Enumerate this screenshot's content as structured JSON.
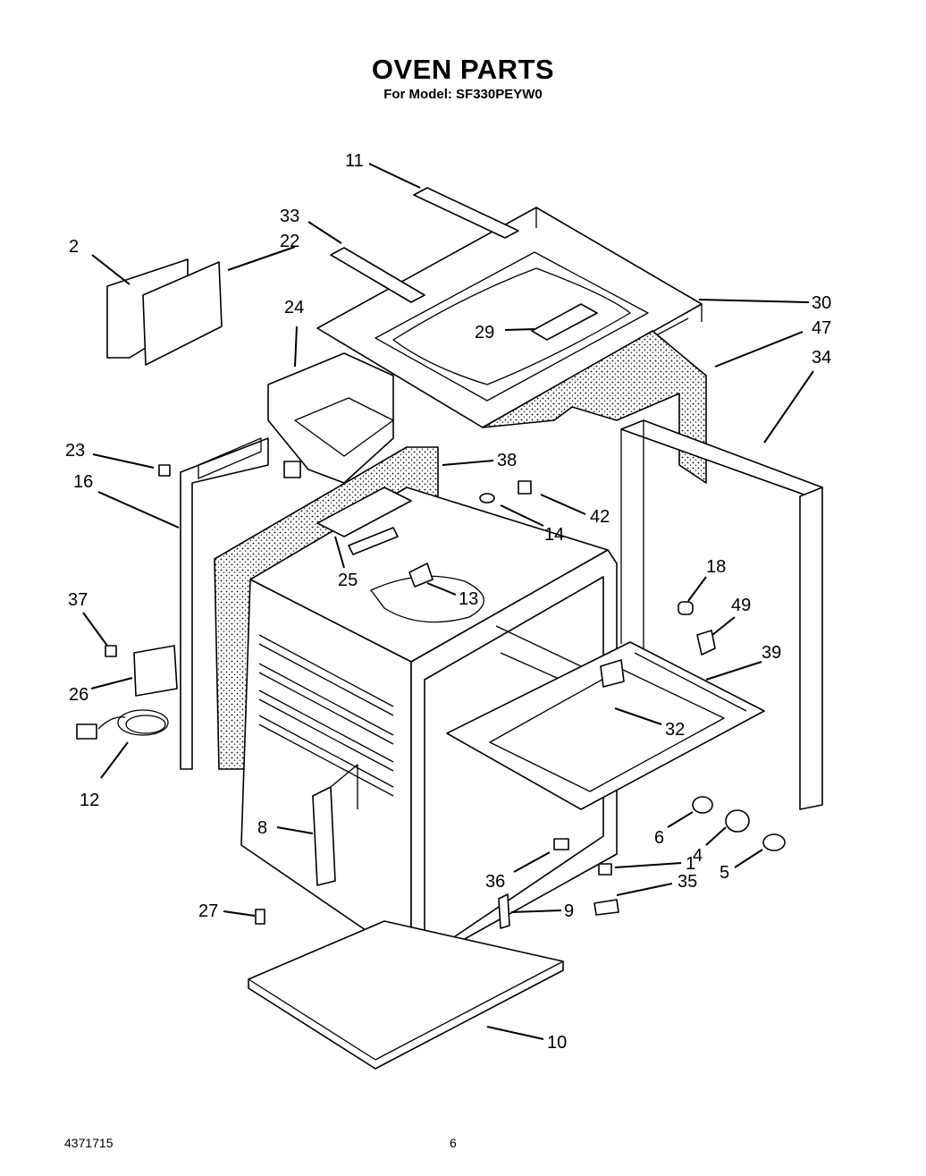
{
  "title": "OVEN PARTS",
  "subtitle": "For Model: SF330PEYW0",
  "footer": {
    "doc_number": "4371715",
    "page_number": "6"
  },
  "callouts": [
    "1",
    "2",
    "4",
    "5",
    "6",
    "8",
    "9",
    "10",
    "11",
    "12",
    "13",
    "14",
    "16",
    "18",
    "22",
    "23",
    "24",
    "25",
    "26",
    "27",
    "29",
    "30",
    "32",
    "33",
    "34",
    "35",
    "36",
    "37",
    "38",
    "39",
    "42",
    "47",
    "49"
  ]
}
